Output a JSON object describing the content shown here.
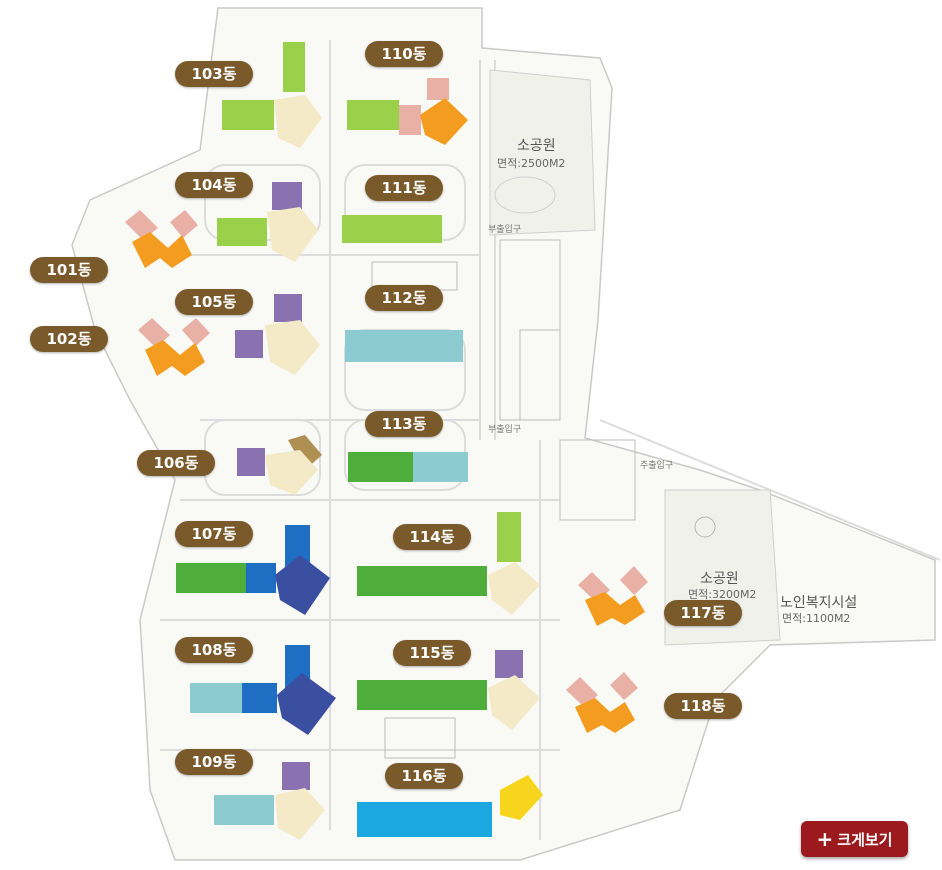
{
  "buildings": [
    {
      "id": "b101",
      "label": "101동",
      "color": "#f39c1f"
    },
    {
      "id": "b102",
      "label": "102동",
      "color": "#f39c1f"
    },
    {
      "id": "b103",
      "label": "103동",
      "color": "#9bd04b"
    },
    {
      "id": "b104",
      "label": "104동",
      "color": "#9bd04b"
    },
    {
      "id": "b105",
      "label": "105동",
      "color": "#f4eac8"
    },
    {
      "id": "b106",
      "label": "106동",
      "color": "#f4eac8"
    },
    {
      "id": "b107",
      "label": "107동",
      "color": "#1e6fc4"
    },
    {
      "id": "b108",
      "label": "108동",
      "color": "#1e6fc4"
    },
    {
      "id": "b109",
      "label": "109동",
      "color": "#7fbfbf"
    },
    {
      "id": "b110",
      "label": "110동",
      "color": "#f39c1f"
    },
    {
      "id": "b111",
      "label": "111동",
      "color": "#9bd04b"
    },
    {
      "id": "b112",
      "label": "112동",
      "color": "#8ccbd0"
    },
    {
      "id": "b113",
      "label": "113동",
      "color": "#4fae3b"
    },
    {
      "id": "b114",
      "label": "114동",
      "color": "#4fae3b"
    },
    {
      "id": "b115",
      "label": "115동",
      "color": "#4fae3b"
    },
    {
      "id": "b116",
      "label": "116동",
      "color": "#1ba8e0"
    },
    {
      "id": "b117",
      "label": "117동",
      "color": "#f39c1f"
    },
    {
      "id": "b118",
      "label": "118동",
      "color": "#f39c1f"
    }
  ],
  "map_texts": {
    "park1_name": "소공원",
    "park1_area": "면적:2500M2",
    "park2_name": "소공원",
    "park2_area": "면적:3200M2",
    "senior_name": "노인복지시설",
    "senior_area": "면적:1100M2",
    "gate1": "주출입구",
    "gate2": "부출입구",
    "gate3": "부출입구"
  },
  "colors": {
    "label_bg": "#7a5a2a",
    "button_bg": "#9c1a1e",
    "orange": "#f39c1f",
    "light_green": "#9bd04b",
    "green": "#4fae3b",
    "blue": "#1e6fc4",
    "navy": "#3a4fa0",
    "cyan": "#1ba8e0",
    "teal": "#8ccbd0",
    "purple": "#8a72b0",
    "pink": "#e9b0a6",
    "cream": "#f4eac8",
    "yellow": "#f7d51c",
    "olive": "#b08f52"
  },
  "enlarge_button": {
    "label": "크게보기",
    "icon": "plus-icon"
  }
}
